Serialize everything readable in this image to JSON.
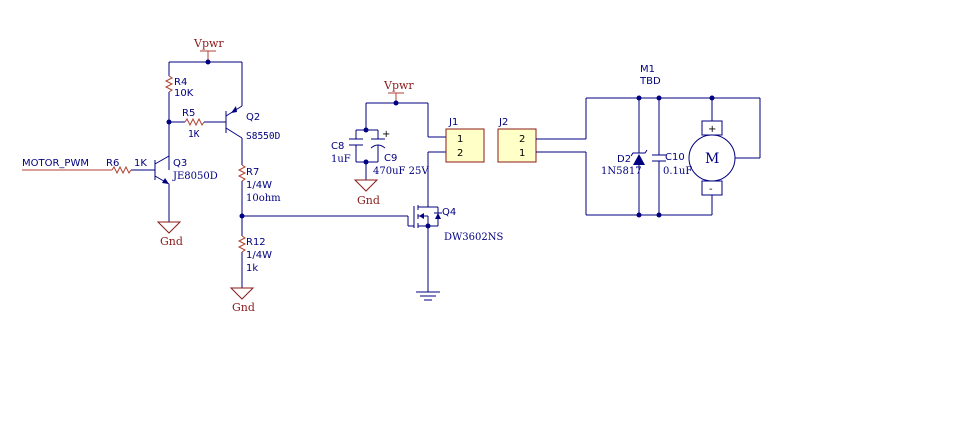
{
  "net_labels": {
    "vpwr_1": "Vpwr",
    "vpwr_2": "Vpwr",
    "motor_pwm": "MOTOR_PWM"
  },
  "ground_labels": {
    "gnd_1": "Gnd",
    "gnd_2": "Gnd",
    "gnd_3": "Gnd"
  },
  "components": {
    "r4": {
      "ref": "R4",
      "value": "10K"
    },
    "r5": {
      "ref": "R5",
      "value": "1K"
    },
    "r6": {
      "ref": "R6",
      "value": "1K"
    },
    "r7": {
      "ref": "R7",
      "power": "1/4W",
      "value": "10ohm"
    },
    "r12": {
      "ref": "R12",
      "power": "1/4W",
      "value": "1k"
    },
    "q2": {
      "ref": "Q2",
      "part": "S8550D"
    },
    "q3": {
      "ref": "Q3",
      "part": "JE8050D"
    },
    "q4": {
      "ref": "Q4",
      "part": "DW3602NS"
    },
    "c8": {
      "ref": "C8",
      "value": "1uF"
    },
    "c9": {
      "ref": "C9",
      "value": "470uF 25V",
      "polarity": "+"
    },
    "c10": {
      "ref": "C10",
      "value": "0.1uF"
    },
    "d2": {
      "ref": "D2",
      "part": "1N5817"
    },
    "m1": {
      "ref": "M1",
      "value": "TBD",
      "symbol": "M",
      "plus": "+",
      "minus": "-"
    },
    "j1": {
      "ref": "J1",
      "pin_top": "1",
      "pin_bottom": "2"
    },
    "j2": {
      "ref": "J2",
      "pin_top": "2",
      "pin_bottom": "1"
    }
  },
  "colors": {
    "wire": "#000080",
    "power": "#8b1a1a",
    "connector_fill": "#ffffc8"
  }
}
